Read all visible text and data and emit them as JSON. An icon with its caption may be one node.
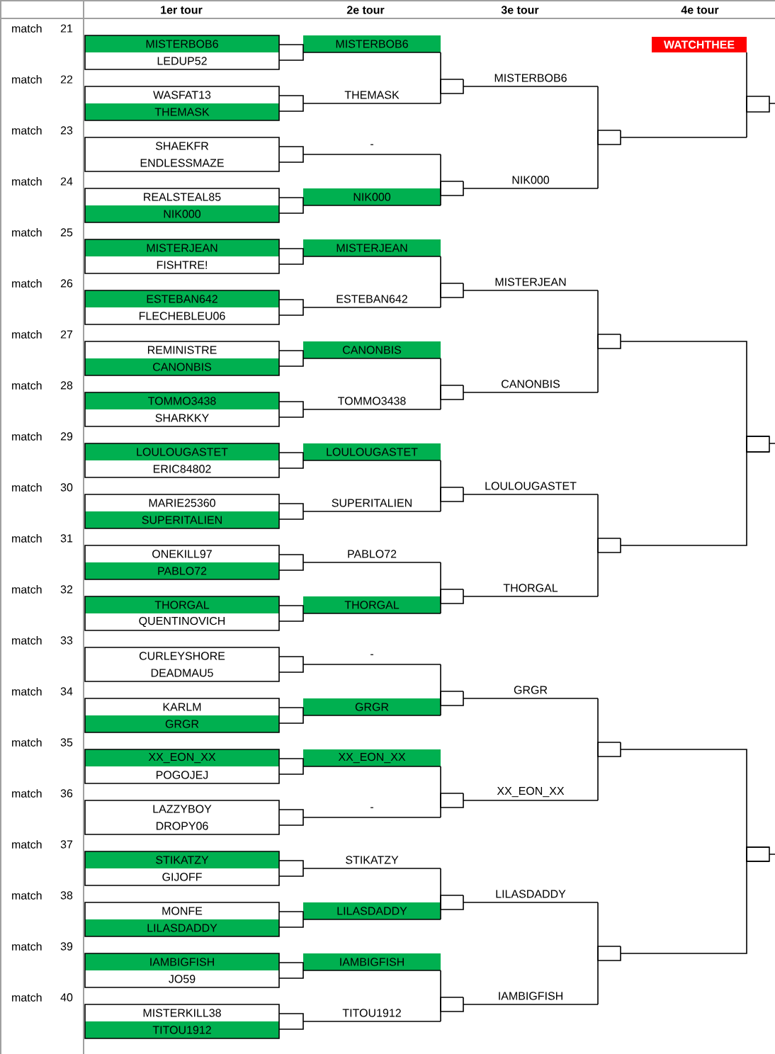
{
  "diagram": {
    "nodes": [
      {
        "text": [
          "MISTERBOB6",
          "LEDUP52"
        ]
      },
      {
        "text": [
          "WASFAT13",
          "THEMASK"
        ]
      },
      {
        "text": [
          "SHAEKFR",
          "ENDLESSMAZE"
        ]
      },
      {
        "text": [
          "REALSTEAL85",
          "NIK000"
        ]
      },
      {
        "text": [
          "MISTERJEAN",
          "FISHTRE!"
        ]
      },
      {
        "text": [
          "ESTEBAN642",
          "FLECHEBLEU06"
        ]
      },
      {
        "text": [
          "REMINISTRE",
          "CANONBIS"
        ]
      },
      {
        "text": [
          "TOMMO3438",
          "SHARKKY"
        ]
      },
      {
        "text": [
          "LOULOUGASTET",
          "ERIC84802"
        ]
      },
      {
        "text": [
          "MARIE25360",
          "SUPERITALIEN"
        ]
      },
      {
        "text": [
          "ONEKILL97",
          "PABLO72"
        ]
      },
      {
        "text": [
          "THORGAL",
          "QUENTINOVICH"
        ]
      },
      {
        "text": [
          "CURLEYSHORE",
          "DEADMAU5"
        ]
      },
      {
        "text": [
          "KARLM",
          "GRGR"
        ]
      },
      {
        "text": [
          "XX_EON_XX",
          "POGOJEJ"
        ]
      },
      {
        "text": [
          "LAZZYBOY",
          "DROPY06"
        ]
      },
      {
        "text": [
          "STIKATZY",
          "GIJOFF"
        ]
      },
      {
        "text": [
          "MONFE",
          "LILASDADDY"
        ]
      },
      {
        "text": [
          "IAMBIGFISH",
          "JO59"
        ]
      },
      {
        "text": [
          "MISTERKILL38",
          "TITOU1912"
        ]
      },
      {
        "text": [
          "MISTERBOB6"
        ]
      },
      {
        "text": [
          "THEMASK"
        ]
      },
      {
        "text": [
          "-"
        ]
      },
      {
        "text": [
          "NIK000"
        ]
      },
      {
        "text": [
          "MISTERJEAN"
        ]
      },
      {
        "text": [
          "ESTEBAN642"
        ]
      },
      {
        "text": [
          "CANONBIS"
        ]
      },
      {
        "text": [
          "TOMMO3438"
        ]
      },
      {
        "text": [
          "LOULOUGASTET"
        ]
      },
      {
        "text": [
          "SUPERITALIEN"
        ]
      },
      {
        "text": [
          "PABLO72"
        ]
      },
      {
        "text": [
          "THORGAL"
        ]
      },
      {
        "text": [
          "-"
        ]
      },
      {
        "text": [
          "GRGR"
        ]
      },
      {
        "text": [
          "XX_EON_XX"
        ]
      },
      {
        "text": [
          "-"
        ]
      },
      {
        "text": [
          "STIKATZY"
        ]
      },
      {
        "text": [
          "LILASDADDY"
        ]
      },
      {
        "text": [
          "IAMBIGFISH"
        ]
      },
      {
        "text": [
          "TITOU1912"
        ]
      },
      {
        "text": [
          "MISTERBOB6"
        ]
      },
      {
        "text": [
          "NIK000"
        ]
      },
      {
        "text": [
          "MISTERJEAN"
        ]
      },
      {
        "text": [
          "CANONBIS"
        ]
      },
      {
        "text": [
          "LOULOUGASTET"
        ]
      },
      {
        "text": [
          "THORGAL"
        ]
      },
      {
        "text": [
          "GRGR"
        ]
      },
      {
        "text": [
          "XX_EON_XX"
        ]
      },
      {
        "text": [
          "LILASDADDY"
        ]
      },
      {
        "text": [
          "IAMBIGFISH"
        ]
      },
      {
        "text": [
          "WATCHTHEE"
        ]
      }
    ],
    "edges": [
      {
        "from": 0,
        "to": 20,
        "arrow": "none"
      },
      {
        "from": 1,
        "to": 21,
        "arrow": "none"
      },
      {
        "from": 2,
        "to": 22,
        "arrow": "none"
      },
      {
        "from": 3,
        "to": 23,
        "arrow": "none"
      },
      {
        "from": 4,
        "to": 24,
        "arrow": "none"
      },
      {
        "from": 5,
        "to": 25,
        "arrow": "none"
      },
      {
        "from": 6,
        "to": 26,
        "arrow": "none"
      },
      {
        "from": 7,
        "to": 27,
        "arrow": "none"
      },
      {
        "from": 8,
        "to": 28,
        "arrow": "none"
      },
      {
        "from": 9,
        "to": 29,
        "arrow": "none"
      },
      {
        "from": 10,
        "to": 30,
        "arrow": "none"
      },
      {
        "from": 11,
        "to": 31,
        "arrow": "none"
      },
      {
        "from": 12,
        "to": 32,
        "arrow": "none"
      },
      {
        "from": 13,
        "to": 33,
        "arrow": "none"
      },
      {
        "from": 14,
        "to": 34,
        "arrow": "none"
      },
      {
        "from": 15,
        "to": 35,
        "arrow": "none"
      },
      {
        "from": 16,
        "to": 36,
        "arrow": "none"
      },
      {
        "from": 17,
        "to": 37,
        "arrow": "none"
      },
      {
        "from": 18,
        "to": 38,
        "arrow": "none"
      },
      {
        "from": 19,
        "to": 39,
        "arrow": "none"
      },
      {
        "from": 20,
        "to": 40,
        "arrow": "none"
      },
      {
        "from": 21,
        "to": 40,
        "arrow": "none"
      },
      {
        "from": 22,
        "to": 41,
        "arrow": "none"
      },
      {
        "from": 23,
        "to": 41,
        "arrow": "none"
      },
      {
        "from": 24,
        "to": 42,
        "arrow": "none"
      },
      {
        "from": 25,
        "to": 42,
        "arrow": "none"
      },
      {
        "from": 26,
        "to": 43,
        "arrow": "none"
      },
      {
        "from": 27,
        "to": 43,
        "arrow": "none"
      },
      {
        "from": 28,
        "to": 44,
        "arrow": "none"
      },
      {
        "from": 29,
        "to": 44,
        "arrow": "none"
      },
      {
        "from": 30,
        "to": 45,
        "arrow": "none"
      },
      {
        "from": 31,
        "to": 45,
        "arrow": "none"
      },
      {
        "from": 32,
        "to": 46,
        "arrow": "none"
      },
      {
        "from": 33,
        "to": 46,
        "arrow": "none"
      },
      {
        "from": 34,
        "to": 47,
        "arrow": "none"
      },
      {
        "from": 35,
        "to": 47,
        "arrow": "none"
      },
      {
        "from": 36,
        "to": 48,
        "arrow": "none"
      },
      {
        "from": 37,
        "to": 48,
        "arrow": "none"
      },
      {
        "from": 38,
        "to": 49,
        "arrow": "none"
      },
      {
        "from": 39,
        "to": 49,
        "arrow": "none"
      },
      {
        "from": 40,
        "to": null,
        "arrow": "none"
      },
      {
        "from": 41,
        "to": null,
        "arrow": "none"
      },
      {
        "from": 42,
        "to": null,
        "arrow": "none"
      },
      {
        "from": 43,
        "to": null,
        "arrow": "none"
      },
      {
        "from": 44,
        "to": null,
        "arrow": "none"
      },
      {
        "from": 45,
        "to": null,
        "arrow": "none"
      },
      {
        "from": 46,
        "to": null,
        "arrow": "none"
      },
      {
        "from": 47,
        "to": null,
        "arrow": "none"
      },
      {
        "from": 48,
        "to": null,
        "arrow": "none"
      },
      {
        "from": 49,
        "to": null,
        "arrow": "none"
      },
      {
        "from": 50,
        "to": null,
        "arrow": "none"
      }
    ],
    "labels": [
      "1er tour",
      "2e tour",
      "3e tour",
      "4e tour",
      "match",
      "21",
      "match",
      "22",
      "match",
      "23",
      "match",
      "24",
      "match",
      "25",
      "match",
      "26",
      "match",
      "27",
      "match",
      "28",
      "match",
      "29",
      "match",
      "30",
      "match",
      "31",
      "match",
      "32",
      "match",
      "33",
      "match",
      "34",
      "match",
      "35",
      "match",
      "36",
      "match",
      "37",
      "match",
      "38",
      "match",
      "39",
      "match",
      "40"
    ]
  }
}
